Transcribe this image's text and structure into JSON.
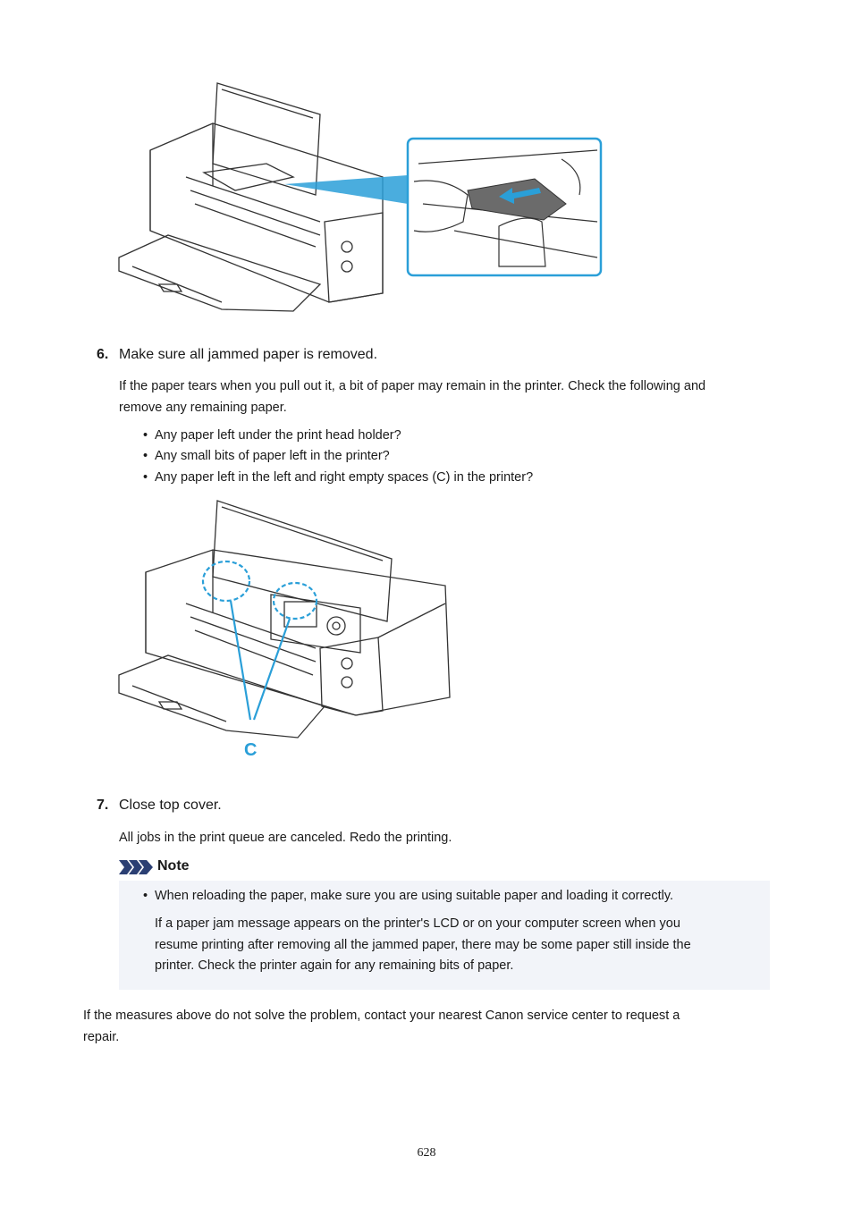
{
  "step6": {
    "number": "6.",
    "title": "Make sure all jammed paper is removed.",
    "description_line1": "If the paper tears when you pull out it, a bit of paper may remain in the printer. Check the following and",
    "description_line2": "remove any remaining paper.",
    "bullets": [
      "Any paper left under the print head holder?",
      "Any small bits of paper left in the printer?",
      "Any paper left in the left and right empty spaces (C) in the printer?"
    ],
    "figure_label": "C"
  },
  "step7": {
    "number": "7.",
    "title": "Close top cover.",
    "description": "All jobs in the print queue are canceled. Redo the printing."
  },
  "note": {
    "heading": "Note",
    "bullet": "When reloading the paper, make sure you are using suitable paper and loading it correctly.",
    "line1": "If a paper jam message appears on the printer's LCD or on your computer screen when you",
    "line2": "resume printing after removing all the jammed paper, there may be some paper still inside the",
    "line3": "printer. Check the printer again for any remaining bits of paper."
  },
  "footer": {
    "line1": "If the measures above do not solve the problem, contact your nearest Canon service center to request a",
    "line2": "repair."
  },
  "page_number": "628",
  "colors": {
    "callout_blue": "#2a9fd8",
    "note_background": "#f2f4f9",
    "note_icon": "#2b3f73"
  }
}
